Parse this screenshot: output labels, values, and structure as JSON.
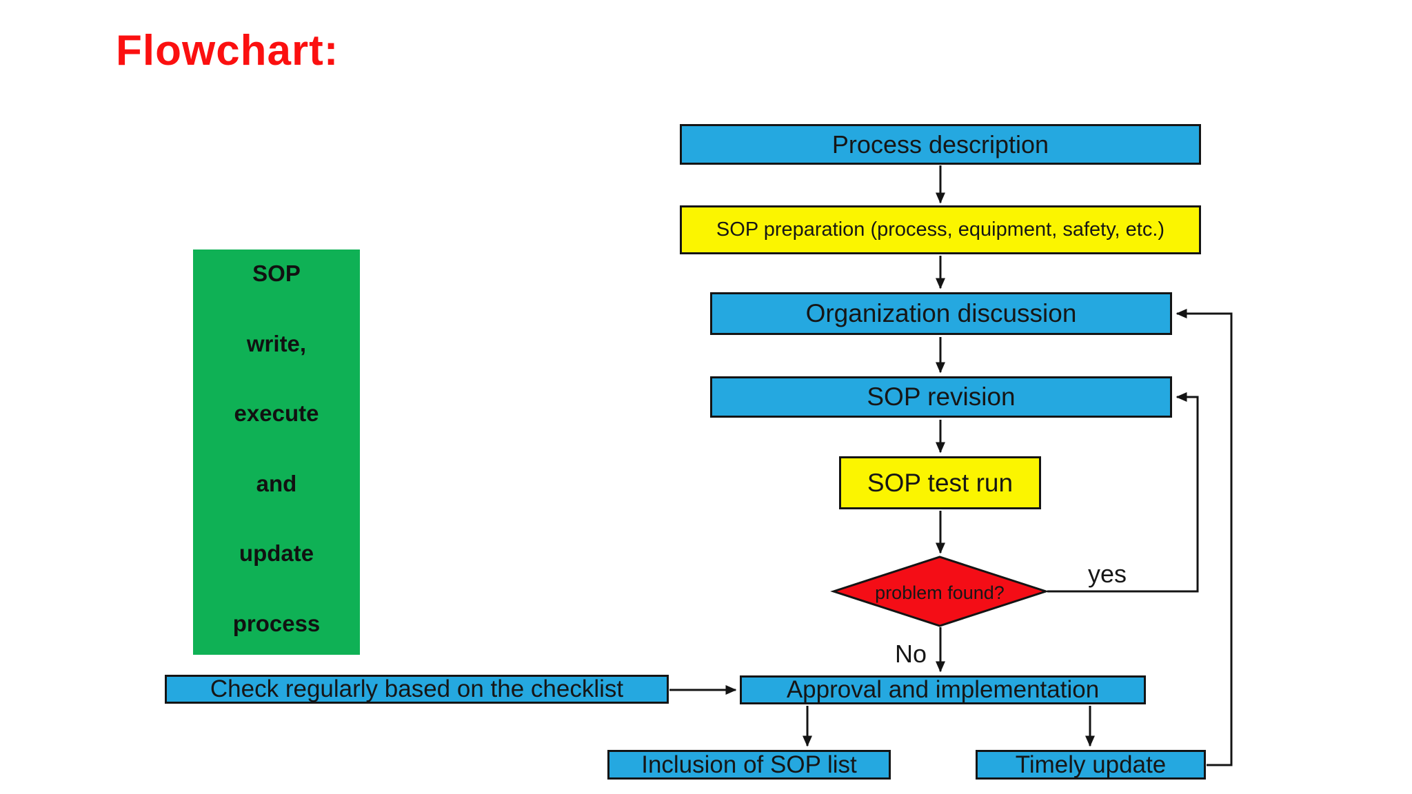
{
  "title": "Flowchart:",
  "side_note": {
    "lines": [
      "SOP",
      "write,",
      "execute",
      "and",
      "update",
      "process"
    ]
  },
  "nodes": {
    "process_description": "Process description",
    "sop_preparation": "SOP preparation (process, equipment, safety, etc.)",
    "organization_discussion": "Organization discussion",
    "sop_revision": "SOP revision",
    "sop_test_run": "SOP test run",
    "problem_found": "problem found?",
    "check_regularly": "Check regularly based on the checklist",
    "approval": "Approval and implementation",
    "inclusion": "Inclusion of SOP list",
    "timely_update": "Timely update"
  },
  "edge_labels": {
    "yes": "yes",
    "no": "No"
  },
  "edges": [
    {
      "from": "process_description",
      "to": "sop_preparation",
      "label": ""
    },
    {
      "from": "sop_preparation",
      "to": "organization_discussion",
      "label": ""
    },
    {
      "from": "organization_discussion",
      "to": "sop_revision",
      "label": ""
    },
    {
      "from": "sop_revision",
      "to": "sop_test_run",
      "label": ""
    },
    {
      "from": "sop_test_run",
      "to": "problem_found",
      "label": ""
    },
    {
      "from": "problem_found",
      "to": "sop_revision",
      "label": "yes"
    },
    {
      "from": "problem_found",
      "to": "approval",
      "label": "No"
    },
    {
      "from": "check_regularly",
      "to": "approval",
      "label": ""
    },
    {
      "from": "approval",
      "to": "inclusion",
      "label": ""
    },
    {
      "from": "approval",
      "to": "timely_update",
      "label": ""
    },
    {
      "from": "timely_update",
      "to": "organization_discussion",
      "label": ""
    }
  ],
  "colors": {
    "bg": "#ffffff",
    "blue": "#25a8e0",
    "yellow": "#fbf500",
    "green": "#0fb155",
    "diamond_red": "#f40d16",
    "title_red": "#fb1010",
    "line": "#141414"
  }
}
